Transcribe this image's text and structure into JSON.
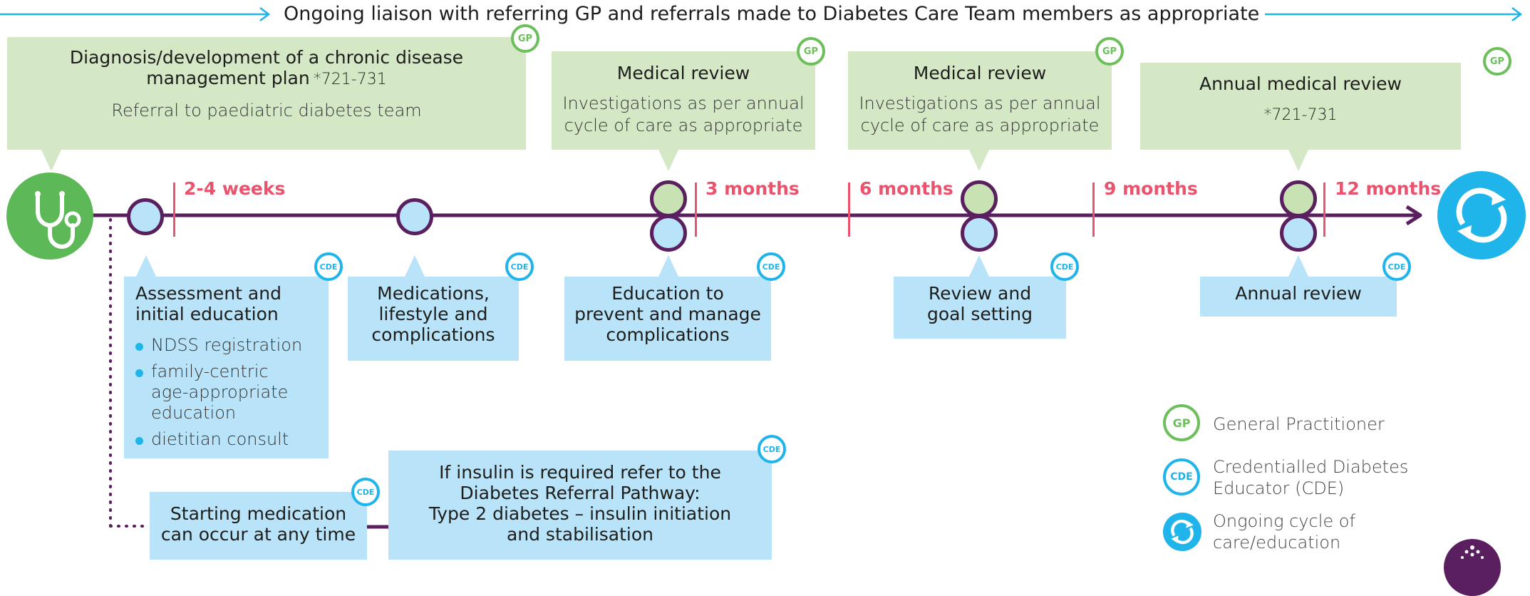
{
  "header": {
    "liaison_text": "Ongoing liaison with referring GP and referrals made to Diabetes Care Team members as appropriate"
  },
  "gp_boxes": [
    {
      "title": "Diagnosis/development of a chronic disease management plan",
      "title_line1": "Diagnosis/development of a chronic disease",
      "title_line2": "management plan",
      "code": "*721-731",
      "subtitle": "Referral to paediatric diabetes team",
      "badge": "GP"
    },
    {
      "title": "Medical review",
      "detail_line1": "Investigations as per annual",
      "detail_line2": "cycle of care as appropriate",
      "badge": "GP"
    },
    {
      "title": "Medical review",
      "detail_line1": "Investigations as per annual",
      "detail_line2": "cycle of care as appropriate",
      "badge": "GP"
    },
    {
      "title": "Annual medical review",
      "code": "*721-731",
      "badge": "GP"
    }
  ],
  "milestones": [
    "2-4 weeks",
    "3 months",
    "6 months",
    "9 months",
    "12 months"
  ],
  "cde_boxes": [
    {
      "line1": "Assessment and",
      "line2": "initial education",
      "bullets": [
        "NDSS registration",
        "family-centric age-appropriate education",
        "dietitian consult"
      ],
      "bullet2_lines": [
        "family-centric",
        "age-appropriate",
        "education"
      ],
      "badge": "CDE"
    },
    {
      "line1": "Medications,",
      "line2": "lifestyle and",
      "line3": "complications",
      "badge": "CDE"
    },
    {
      "line1": "Education to",
      "line2": "prevent and manage",
      "line3": "complications",
      "badge": "CDE"
    },
    {
      "line1": "Review and",
      "line2": "goal setting",
      "badge": "CDE"
    },
    {
      "line1": "Annual review",
      "badge": "CDE"
    }
  ],
  "medication_box": {
    "line1": "Starting medication",
    "line2": "can occur at any time",
    "badge": "CDE"
  },
  "insulin_box": {
    "line1": "If insulin is required refer to the",
    "line2": "Diabetes Referral Pathway:",
    "line3": "Type 2 diabetes – insulin initiation",
    "line4": "and stabilisation",
    "badge": "CDE"
  },
  "legend": [
    {
      "icon": "gp-badge-icon",
      "badge": "GP",
      "line1": "General Practitioner"
    },
    {
      "icon": "cde-badge-icon",
      "badge": "CDE",
      "line1": "Credentialled Diabetes",
      "line2": "Educator (CDE)"
    },
    {
      "icon": "cycle-icon",
      "line1": "Ongoing cycle of",
      "line2": "care/education"
    }
  ],
  "colors": {
    "gp_green": "#6cbf5b",
    "gp_box": "#d5e8c6",
    "cde_blue": "#1fb4ea",
    "cde_box": "#b9e3f8",
    "timeline_purple": "#5a1f5e",
    "milestone_red": "#e9536d"
  }
}
